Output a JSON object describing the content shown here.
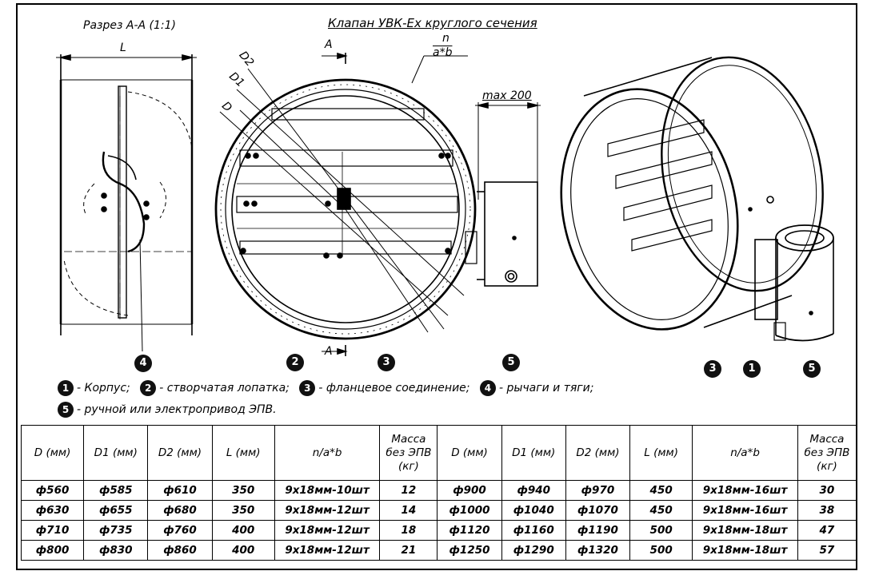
{
  "title": "Клапан УВК-Ех круглого сечения",
  "section_label": "Разрез А-А (1:1)",
  "drawing_labels": {
    "L": "L",
    "D": "D",
    "D1": "D1",
    "D2": "D2",
    "A_top": "А",
    "A_bottom": "А",
    "n": "n",
    "a_b": "a*b",
    "max": "max 200"
  },
  "callouts": {
    "c1": "1",
    "c2": "2",
    "c3": "3",
    "c4": "4",
    "c5": "5"
  },
  "legend": {
    "item1": "- Корпус;",
    "item2": "- створчатая лопатка;",
    "item3": "- фланцевое соединение;",
    "item4": "- рычаги и тяги;",
    "item5": "- ручной или электропривод ЭПВ."
  },
  "table": {
    "headers": [
      "D (мм)",
      "D1 (мм)",
      "D2 (мм)",
      "L (мм)",
      "n/a*b",
      "Масса без ЭПВ (кг)",
      "D (мм)",
      "D1 (мм)",
      "D2 (мм)",
      "L (мм)",
      "n/a*b",
      "Масса без ЭПВ (кг)"
    ],
    "rows": [
      [
        "ф560",
        "ф585",
        "ф610",
        "350",
        "9х18мм-10шт",
        "12",
        "ф900",
        "ф940",
        "ф970",
        "450",
        "9х18мм-16шт",
        "30"
      ],
      [
        "ф630",
        "ф655",
        "ф680",
        "350",
        "9х18мм-12шт",
        "14",
        "ф1000",
        "ф1040",
        "ф1070",
        "450",
        "9х18мм-16шт",
        "38"
      ],
      [
        "ф710",
        "ф735",
        "ф760",
        "400",
        "9х18мм-12шт",
        "18",
        "ф1120",
        "ф1160",
        "ф1190",
        "500",
        "9х18мм-18шт",
        "47"
      ],
      [
        "ф800",
        "ф830",
        "ф860",
        "400",
        "9х18мм-12шт",
        "21",
        "ф1250",
        "ф1290",
        "ф1320",
        "500",
        "9х18мм-18шт",
        "57"
      ]
    ]
  }
}
